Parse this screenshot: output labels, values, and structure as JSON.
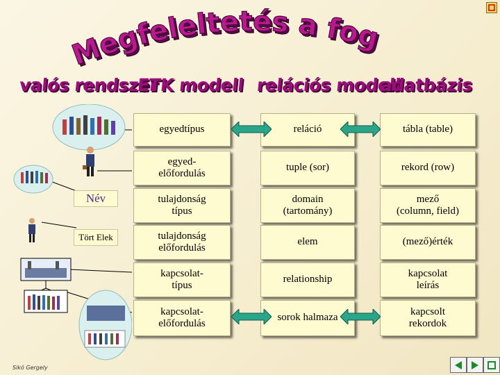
{
  "title": "Megfeleltetés a fogalmak között",
  "column_headers": [
    "valós rendszer",
    "ETK modell",
    "relációs modell",
    "adatbázis"
  ],
  "left_labels": {
    "nev": "Név",
    "tort_elek": "Tört Elek"
  },
  "rows": [
    {
      "etk": "egyedtípus",
      "rel": "reláció",
      "db": "tábla (table)"
    },
    {
      "etk": "egyed-\nelőfordulás",
      "rel": "tuple (sor)",
      "db": "rekord (row)"
    },
    {
      "etk": "tulajdonság\ntípus",
      "rel": "domain\n(tartomány)",
      "db": "mező\n(column, field)"
    },
    {
      "etk": "tulajdonság\nelőfordulás",
      "rel": "elem",
      "db": "(mező)érték"
    },
    {
      "etk": "kapcsolat-\ntípus",
      "rel": "relationship",
      "db": "kapcsolat\nleírás"
    },
    {
      "etk": "kapcsolat-\nelőfordulás",
      "rel": "sorok halmaza",
      "db": "kapcsolt\nrekordok"
    }
  ],
  "author": "Sikó Gergely",
  "colors": {
    "heading": "#9b0d7a",
    "cell_bg": "#fffbd0",
    "arrow": "#2aa58a"
  }
}
